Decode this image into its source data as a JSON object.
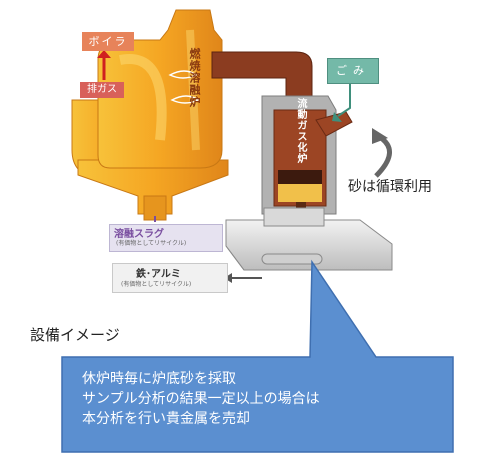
{
  "labels": {
    "boiler": "ボイラ",
    "exhaust_gas": "排ガス",
    "waste": "ごみ",
    "melting_furnace": "燃焼溶融炉",
    "gasification_furnace": "流動ガス化炉",
    "molten_slag": "溶融スラグ",
    "molten_slag_note": "(有価物としてリサイクル)",
    "iron_aluminum": "鉄･アルミ",
    "iron_aluminum_note": "(有価物としてリサイクル)",
    "sand_recycle": "砂は循環利用",
    "equipment_image": "設備イメージ"
  },
  "callout": {
    "lines": [
      "休炉時毎に炉底砂を採取",
      "サンプル分析の結果一定以上の場合は",
      "本分析を行い貴金属を売却"
    ]
  },
  "colors": {
    "furnace_orange": "#f5a623",
    "duct_brown": "#8b3c20",
    "callout_blue": "#5b8fd0",
    "callout_border": "#3f6fb0"
  }
}
